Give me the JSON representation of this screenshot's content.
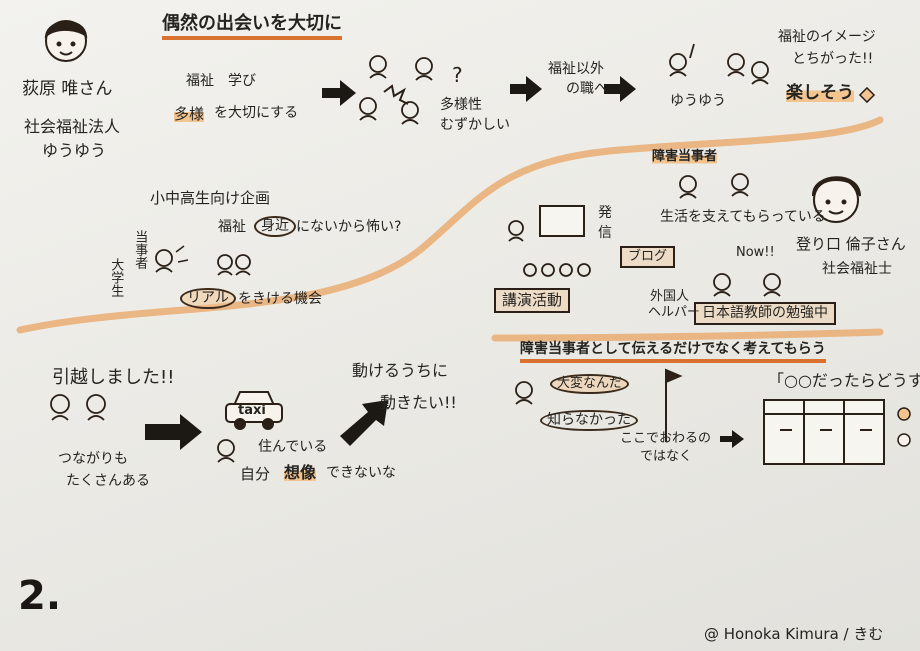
{
  "colors": {
    "accent": "#e49a5a",
    "underline": "#d9722f",
    "ink": "#262420",
    "paper": "#f0efeb"
  },
  "icons": [
    "face-woman-short-hair-icon",
    "face-woman-curly-hair-icon",
    "stick-figure-icon",
    "arrow-right-icon",
    "question-mark-icon",
    "taxi-car-icon",
    "flag-icon",
    "whiteboard-icon",
    "lightbulb-icon"
  ],
  "section1": {
    "person_name": "荻原 唯さん",
    "org_line1": "社会福祉法人",
    "org_line2": "ゆうゆう",
    "heading": "偶然の出会いを大切に",
    "study": "福祉　学び",
    "diversity": "多様",
    "diversity_suffix": "を大切にする",
    "difficulty_line1": "多様性",
    "difficulty_line2": "むずかしい",
    "outside_job_line1": "福祉以外",
    "outside_job_line2": "の職へ",
    "yuyu": "ゆうゆう",
    "image_line1": "福祉のイメージ",
    "image_line2": "とちがった!!",
    "fun": "楽しそう"
  },
  "section2": {
    "project": "小中高生向け企画",
    "fear_prefix": "福祉",
    "fear_word": "身近",
    "fear_suffix": "にないから怖い?",
    "role_label1": "当事者",
    "role_label2": "大学生",
    "real": "リアル",
    "real_suffix": "をきける機会",
    "disabled_person": "障害当事者",
    "support": "生活を支えてもらっている",
    "transmit_line1": "発",
    "transmit_line2": "信",
    "blog": "ブログ",
    "now": "Now!!",
    "lecture": "講演活動",
    "foreign_line1": "外国人",
    "foreign_line2": "ヘルパー",
    "japanese_teacher": "日本語教師の勉強中",
    "person2_name": "登り口 倫子さん",
    "person2_org": "社会福祉士"
  },
  "section3": {
    "moved": "引越しました!!",
    "connections_line1": "つながりも",
    "connections_line2": "たくさんある",
    "taxi": "taxi",
    "living": "住んでいる",
    "self": "自分",
    "imagine": "想像",
    "cannot_imagine": "できないな",
    "act_line1": "動けるうちに",
    "act_line2": "動きたい!!",
    "think_heading": "障害当事者として伝えるだけでなく考えてもらう",
    "hard": "大変なんだ",
    "didnt_know": "知らなかった",
    "not_end_line1": "ここでおわるの",
    "not_end_line2": "ではなく",
    "what_would_you_do": "「○○だったらどうする?」"
  },
  "footer": {
    "page_number": "2.",
    "credit": "@ Honoka Kimura / きむ"
  }
}
